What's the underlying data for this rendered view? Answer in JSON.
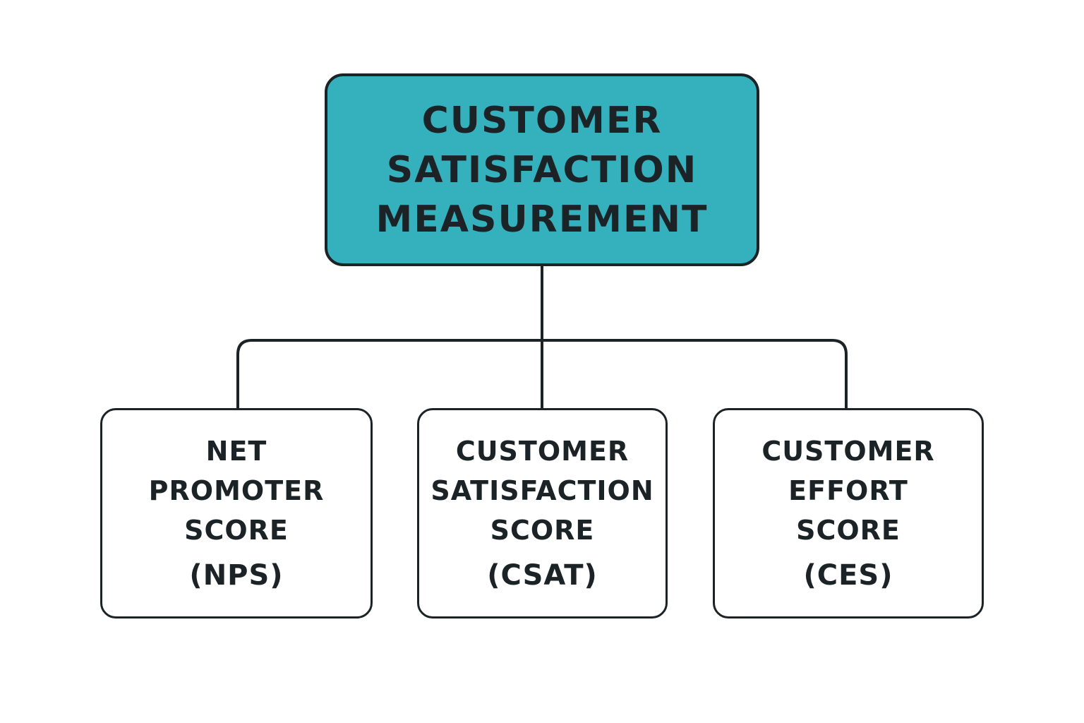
{
  "diagram": {
    "title": "Customer Satisfaction Measurement",
    "root": {
      "lines": [
        "CUSTOMER",
        "SATISFACTION",
        "MEASUREMENT"
      ],
      "fill_color": "#35b0bd"
    },
    "children": [
      {
        "lines": [
          "NET",
          "PROMOTER",
          "SCORE"
        ],
        "abbr": "(NPS)"
      },
      {
        "lines": [
          "CUSTOMER",
          "SATISFACTION",
          "SCORE"
        ],
        "abbr": "(CSAT)"
      },
      {
        "lines": [
          "CUSTOMER",
          "EFFORT",
          "SCORE"
        ],
        "abbr": "(CES)"
      }
    ],
    "edges": [
      {
        "from": "root",
        "to": "children.0"
      },
      {
        "from": "root",
        "to": "children.1"
      },
      {
        "from": "root",
        "to": "children.2"
      }
    ],
    "colors": {
      "stroke": "#1c2326",
      "background": "#ffffff",
      "text": "#1c2326"
    }
  }
}
